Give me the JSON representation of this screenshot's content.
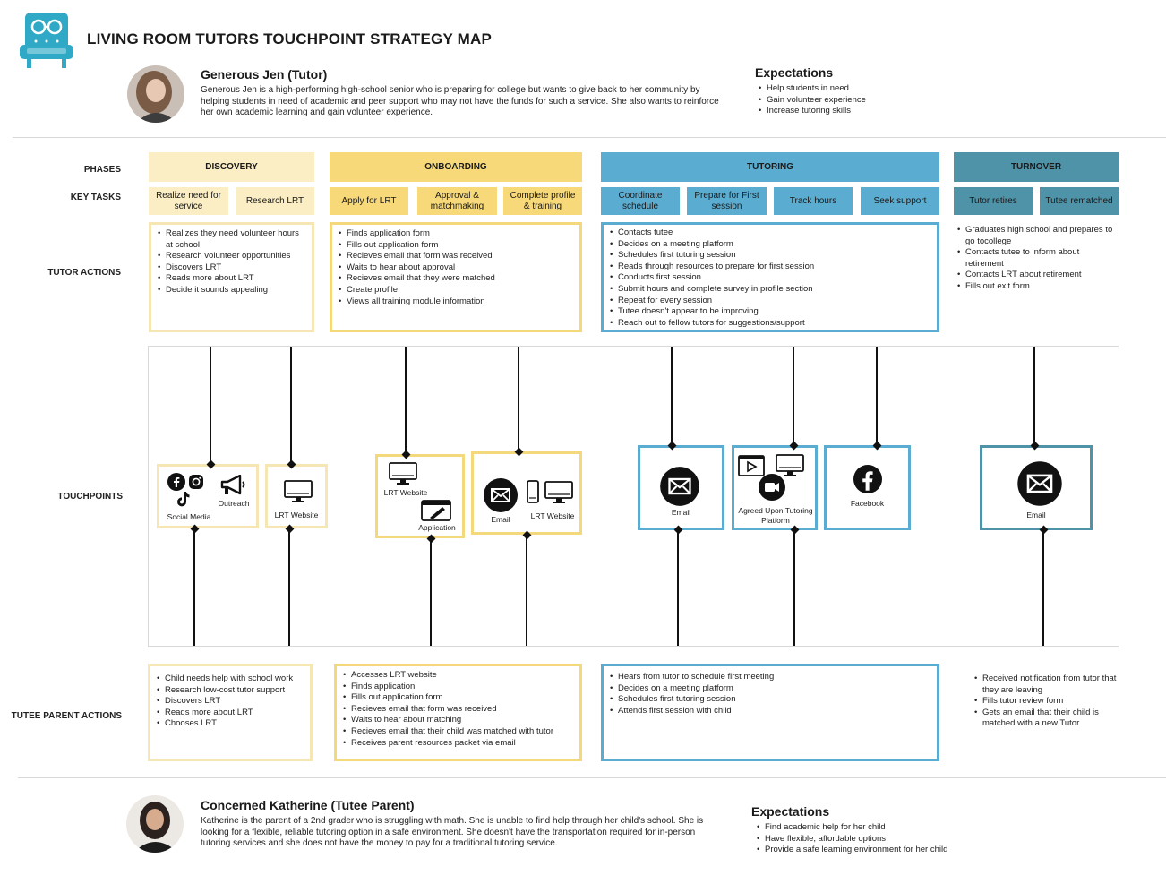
{
  "header": {
    "title": "LIVING ROOM TUTORS TOUCHPOINT STRATEGY MAP"
  },
  "tutor": {
    "name": "Generous Jen (Tutor)",
    "description": "Generous Jen is a high-performing high-school senior who is preparing for college but wants to give back to her community by helping students in need of academic and peer support who may not have the funds for such a service. She also wants to reinforce her own academic learning and gain volunteer experience.",
    "expectations_title": "Expectations",
    "expectations": [
      "Help students in need",
      "Gain volunteer experience",
      "Increase tutoring skills"
    ]
  },
  "parent": {
    "name": "Concerned Katherine (Tutee Parent)",
    "description": "Katherine is the parent of a 2nd grader who is struggling with math. She is unable to find help through her child's school. She is looking for a flexible, reliable tutoring option in a safe environment. She doesn't have the transportation required for in-person tutoring services and she does not have the money to pay for a traditional tutoring service.",
    "expectations_title": "Expectations",
    "expectations": [
      "Find academic help for her child",
      "Have flexible, affordable options",
      "Provide a safe learning environment for her child"
    ]
  },
  "row_labels": {
    "phases": "PHASES",
    "key_tasks": "KEY TASKS",
    "tutor_actions": "TUTOR ACTIONS",
    "touchpoints": "TOUCHPOINTS",
    "parent_actions": "TUTEE PARENT ACTIONS"
  },
  "colors": {
    "discovery": "#fbeec4",
    "onboarding": "#f7d97a",
    "tutoring": "#5aacd0",
    "turnover": "#4f93a8"
  },
  "phases": {
    "discovery": {
      "label": "DISCOVERY",
      "tasks": [
        "Realize need for service",
        "Research LRT"
      ],
      "tutor_actions": [
        "Realizes they need volunteer hours at school",
        "Research volunteer opportunities",
        "Discovers LRT",
        "Reads more about LRT",
        "Decide it sounds appealing"
      ],
      "parent_actions": [
        "Child needs help with school work",
        "Research low-cost tutor support",
        "Discovers LRT",
        "Reads more about LRT",
        "Chooses LRT"
      ]
    },
    "onboarding": {
      "label": "ONBOARDING",
      "tasks": [
        "Apply for LRT",
        "Approval & matchmaking",
        "Complete profile & training"
      ],
      "tutor_actions": [
        "Finds application form",
        "Fills out application form",
        "Recieves email that form was received",
        "Waits to hear about approval",
        "Recieves email that they were matched",
        "Create profile",
        "Views all training module information"
      ],
      "parent_actions": [
        "Accesses LRT website",
        "Finds application",
        "Fills out application form",
        "Recieves email that form was received",
        "Waits to hear about matching",
        "Recieves email that their child was matched with tutor",
        "Receives parent resources packet via email"
      ]
    },
    "tutoring": {
      "label": "TUTORING",
      "tasks": [
        "Coordinate schedule",
        "Prepare for First session",
        "Track hours",
        "Seek support"
      ],
      "tutor_actions": [
        "Contacts tutee",
        "Decides on a meeting platform",
        "Schedules first tutoring session",
        "Reads through resources to prepare for first session",
        "Conducts first session",
        "Submit hours and complete survey in profile section",
        "Repeat for every session",
        "Tutee doesn't appear to be improving",
        "Reach out to fellow tutors for suggestions/support"
      ],
      "parent_actions": [
        "Hears from tutor to schedule first meeting",
        "Decides on a meeting platform",
        "Schedules first tutoring session",
        "Attends first session with child"
      ]
    },
    "turnover": {
      "label": "TURNOVER",
      "tasks": [
        "Tutor retires",
        "Tutee rematched"
      ],
      "tutor_actions": [
        "Graduates high school and prepares to go tocollege",
        "Contacts tutee to inform about retirement",
        "Contacts LRT about retirement",
        "Fills out exit form"
      ],
      "parent_actions": [
        "Received notification from tutor that they are leaving",
        "Fills tutor review form",
        "Gets an email that their child is matched with a new Tutor"
      ]
    }
  },
  "touchpoints": {
    "social_media": "Social Media",
    "outreach": "Outreach",
    "lrt_website_1": "LRT Website",
    "lrt_website_2": "LRT Website",
    "application": "Application",
    "email_1": "Email",
    "lrt_website_3": "LRT Website",
    "email_2": "Email",
    "agreed_platform": "Agreed Upon Tutoring Platform",
    "facebook": "Facebook",
    "email_3": "Email"
  }
}
